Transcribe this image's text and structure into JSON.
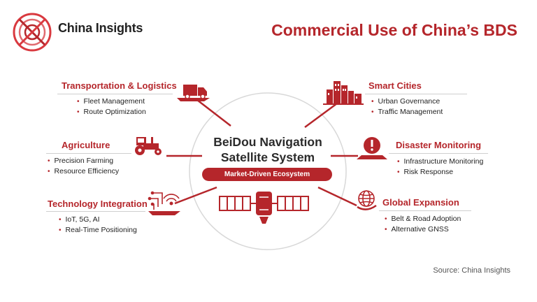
{
  "brand": {
    "name": "China Insights"
  },
  "title": "Commercial Use of China’s BDS",
  "center": {
    "title_line1": "BeiDou Navigation",
    "title_line2": "Satellite System",
    "badge": "Market-Driven Ecosystem"
  },
  "sectors": [
    {
      "heading": "Transportation & Logistics",
      "items": [
        "Fleet Management",
        "Route Optimization"
      ],
      "icon": "truck-icon"
    },
    {
      "heading": "Agriculture",
      "items": [
        "Precision Farming",
        "Resource Efficiency"
      ],
      "icon": "tractor-icon"
    },
    {
      "heading": "Technology Integration",
      "items": [
        "IoT, 5G, AI",
        "Real-Time Positioning"
      ],
      "icon": "network-signal-icon"
    },
    {
      "heading": "Smart Cities",
      "items": [
        "Urban Governance",
        "Traffic Management"
      ],
      "icon": "city-buildings-icon"
    },
    {
      "heading": "Disaster Monitoring",
      "items": [
        "Infrastructure Monitoring",
        "Risk Response"
      ],
      "icon": "warning-icon"
    },
    {
      "heading": "Global Expansion",
      "items": [
        "Belt & Road Adoption",
        "Alternative GNSS"
      ],
      "icon": "globe-icon"
    }
  ],
  "source": "Source: China Insights",
  "colors": {
    "accent": "#b5262b",
    "text": "#222222",
    "circle": "#d8d8d8"
  }
}
